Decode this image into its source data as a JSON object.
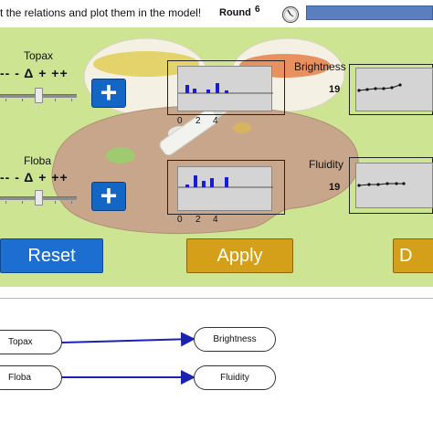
{
  "header": {
    "instruction": "t the relations and plot them in the model!",
    "round_label": "Round",
    "round_value": "6"
  },
  "inputs": [
    {
      "name": "Topax",
      "scale": "-- - Δ + ++",
      "add_label": "+",
      "axis_ticks": [
        "0",
        "2",
        "4"
      ],
      "slider_level": 0.5
    },
    {
      "name": "Floba",
      "scale": "-- - Δ + ++",
      "add_label": "+",
      "axis_ticks": [
        "0",
        "2",
        "4"
      ],
      "slider_level": 0.5
    }
  ],
  "outputs": [
    {
      "name": "Brightness",
      "value": "19"
    },
    {
      "name": "Fluidity",
      "value": "19"
    }
  ],
  "buttons": {
    "reset": "Reset",
    "apply": "Apply",
    "third": "D"
  },
  "model": {
    "nodes": [
      "Topax",
      "Brightness",
      "Floba",
      "Fluidity"
    ],
    "links": [
      {
        "from": "Topax",
        "to": "Brightness"
      },
      {
        "from": "Floba",
        "to": "Fluidity"
      }
    ]
  },
  "colors": {
    "panel_bg": "#cde493",
    "accent_blue": "#1466c4",
    "accent_gold": "#d4a019",
    "link_blue": "#1a22b0"
  }
}
